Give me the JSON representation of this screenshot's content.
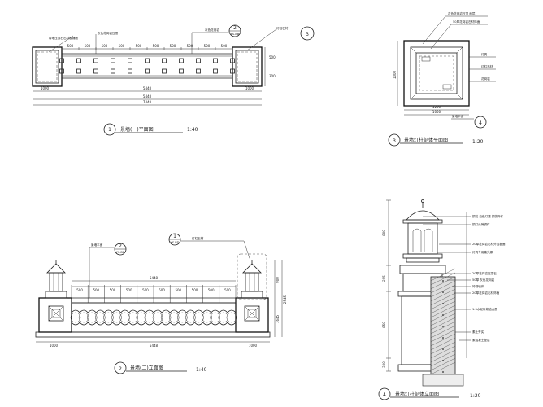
{
  "drawings": {
    "plan": {
      "bubble": "1",
      "title": "景墙(一)平面图",
      "scale": "1:40",
      "dims_top": [
        "500",
        "500",
        "500",
        "500",
        "500",
        "500",
        "500",
        "500",
        "500",
        "500"
      ],
      "dim_left": "1000",
      "dim_center": "5448",
      "dim_right": "1000",
      "dim_overall": "7448",
      "dim_side_a": "500",
      "dim_side_b": "300",
      "callout_a": "砖墙压顶石石材板铺面",
      "callout_b": "灰色花岗岩压顶",
      "callout_c": "灰色花岗岩",
      "callout_d": "灯柱石材",
      "ref_bubble_2": "2",
      "ref_bubble_2_sub": "YS-BB",
      "ref_bubble_3": "3"
    },
    "lamp_plan": {
      "bubble": "3",
      "title": "景墙灯柱剖体平面图",
      "scale": "1:20",
      "note_top_1": "灰色花岗岩压顶 面层",
      "note_top_2": "50厚花岗岩石材饰面",
      "note_right_1": "灯具",
      "note_right_2": "灯柱石材",
      "note_right_3": "花岗岩",
      "dim_w": "1000",
      "dim_inner": "1200",
      "dim_side": "1000",
      "ref_bubble_4": "4",
      "ref_label_4": "景墙平面"
    },
    "elevation": {
      "bubble": "2",
      "title": "景墙(二)立面图",
      "scale": "1:40",
      "dims_top": [
        "500",
        "500",
        "500",
        "500",
        "500",
        "500",
        "500",
        "500",
        "500",
        "500"
      ],
      "dim_center": "5448",
      "dim_left": "1000",
      "dim_right": "1000",
      "dim_h1": "900",
      "dim_h2": "2545",
      "dim_h3": "1645",
      "callout_a": "景墙平面",
      "ref_bubble_2": "2",
      "ref_bubble_2_sub": "YS-BB",
      "ref_bubble_1": "1",
      "ref_bubble_1_sub": "YS-BD",
      "callout_b": "灯柱石材"
    },
    "lamp_section": {
      "bubble": "4",
      "title": "景墙灯柱剖体立面图",
      "scale": "1:20",
      "dims_left": [
        "800",
        "295",
        "850",
        "300"
      ],
      "notes": [
        "铜花 白色灯罩 铜装饰件",
        "铜灯头铸铜件",
        "20厚花岗岩石材外挂板面",
        "灯具专用高光源",
        "20厚花岗岩压顶石",
        "50厚 灰色花岗岩",
        "砖砌墙体",
        "20厚花岗岩石材饰面",
        "1:3水泥砂浆结合层",
        "素土夯实",
        "素混凝土垫层"
      ]
    }
  }
}
